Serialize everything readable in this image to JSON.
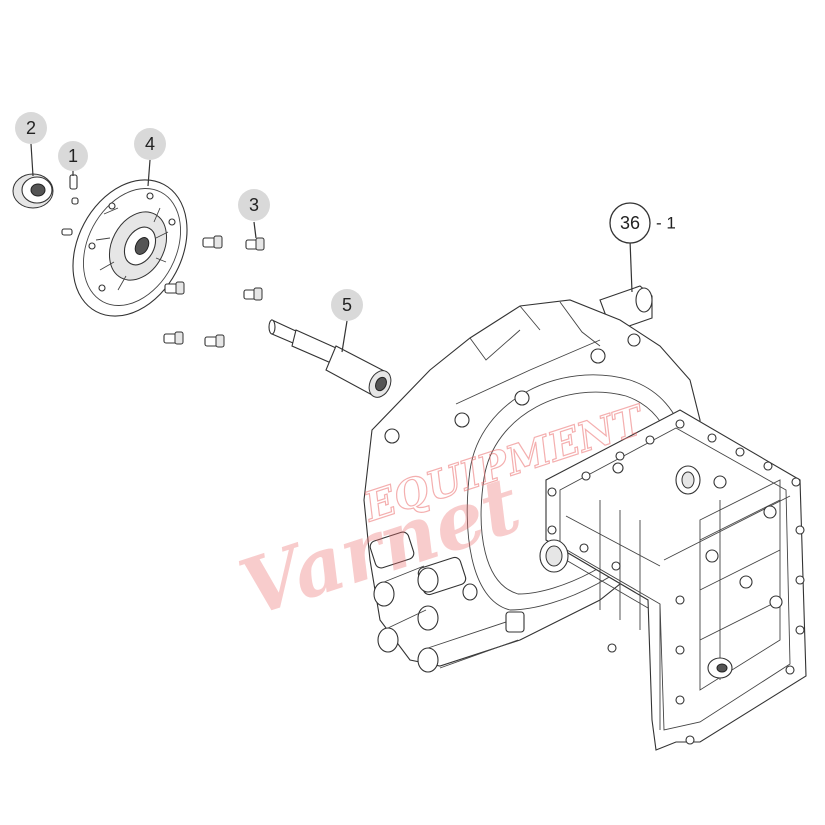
{
  "callouts": [
    {
      "id": "c2",
      "label": "2",
      "shaded": true
    },
    {
      "id": "c1",
      "label": "1",
      "shaded": true
    },
    {
      "id": "c4",
      "label": "4",
      "shaded": true
    },
    {
      "id": "c3",
      "label": "3",
      "shaded": true
    },
    {
      "id": "c5",
      "label": "5",
      "shaded": true
    },
    {
      "id": "c36",
      "label": "36",
      "shaded": false,
      "suffix": "- 1"
    }
  ],
  "watermark": {
    "text": "Varnet",
    "overlay_text": "EQUIPMENT",
    "color": "#eb6e6e"
  },
  "colors": {
    "shaded_callout": "#d9d9d9",
    "line": "#333333"
  }
}
